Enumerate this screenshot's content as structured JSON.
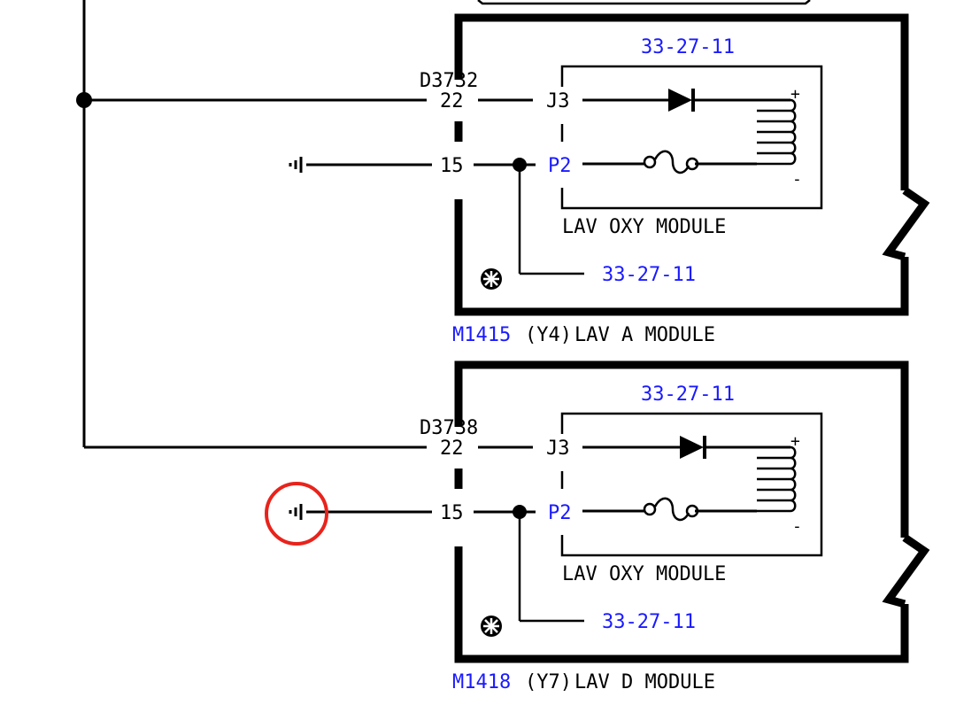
{
  "colors": {
    "wire": "#000000",
    "reference_link": "#1a1aff",
    "highlight_circle": "#e8231c"
  },
  "modules": [
    {
      "ref_top": "33-27-11",
      "connector": "D3732",
      "pin_power": "22",
      "pin_ground": "15",
      "plug_power": "J3",
      "plug_ground": "P2",
      "plus": "+",
      "minus": "-",
      "inner_label": "LAV OXY MODULE",
      "ref_bottom": "33-27-11",
      "module_id": "M1415",
      "position": "(Y4)",
      "module_name": "LAV A MODULE",
      "ground_highlighted": false
    },
    {
      "ref_top": "33-27-11",
      "connector": "D3738",
      "pin_power": "22",
      "pin_ground": "15",
      "plug_power": "J3",
      "plug_ground": "P2",
      "plus": "+",
      "minus": "-",
      "inner_label": "LAV OXY MODULE",
      "ref_bottom": "33-27-11",
      "module_id": "M1418",
      "position": "(Y7)",
      "module_name": "LAV D MODULE",
      "ground_highlighted": true
    }
  ],
  "icons": [
    "ground-symbol-icon",
    "diode-icon",
    "coil-icon",
    "fuse-icon",
    "esd-sensitive-icon",
    "junction-dot-icon",
    "highlight-circle-icon"
  ]
}
